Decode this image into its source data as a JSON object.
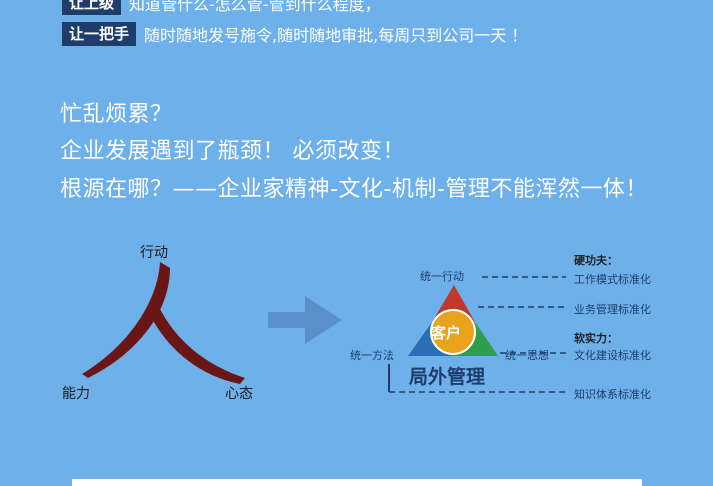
{
  "top_rows": [
    {
      "tag": "让上级",
      "text": "知道管什么-怎么管-管到什么程度，"
    },
    {
      "tag": "让一把手",
      "text": "随时随地发号施令,随时随地审批,每周只到公司一天 ！"
    }
  ],
  "headline": {
    "line1": "忙乱烦累？",
    "line2": "企业发展遇到了瓶颈！ 必须改变！",
    "line3": "根源在哪？——企业家精神-文化-机制-管理不能浑然一体！"
  },
  "person_figure": {
    "label_top": "行动",
    "label_left": "能力",
    "label_right": "心态"
  },
  "diagram": {
    "center_label": "客户",
    "left_label": "统一方法",
    "top_label": "统一行动",
    "right_label": "统一思想",
    "brand": "局外管理",
    "hard_title": "硬功夫：",
    "hard_items": [
      "工作模式标准化",
      "业务管理标准化"
    ],
    "soft_title": "软实力：",
    "soft_items": [
      "文化建设标准化",
      "知识体系标准化"
    ]
  },
  "colors": {
    "background": "#6db0ea",
    "tag_bg": "#1f3d6b",
    "person_stroke": "#6b1616",
    "arrow": "#5b8fc9",
    "triangle_red": "#c0392b",
    "triangle_green": "#2e9e48",
    "triangle_blue": "#2a6fb5",
    "circle_gold": "#e8a21b"
  }
}
